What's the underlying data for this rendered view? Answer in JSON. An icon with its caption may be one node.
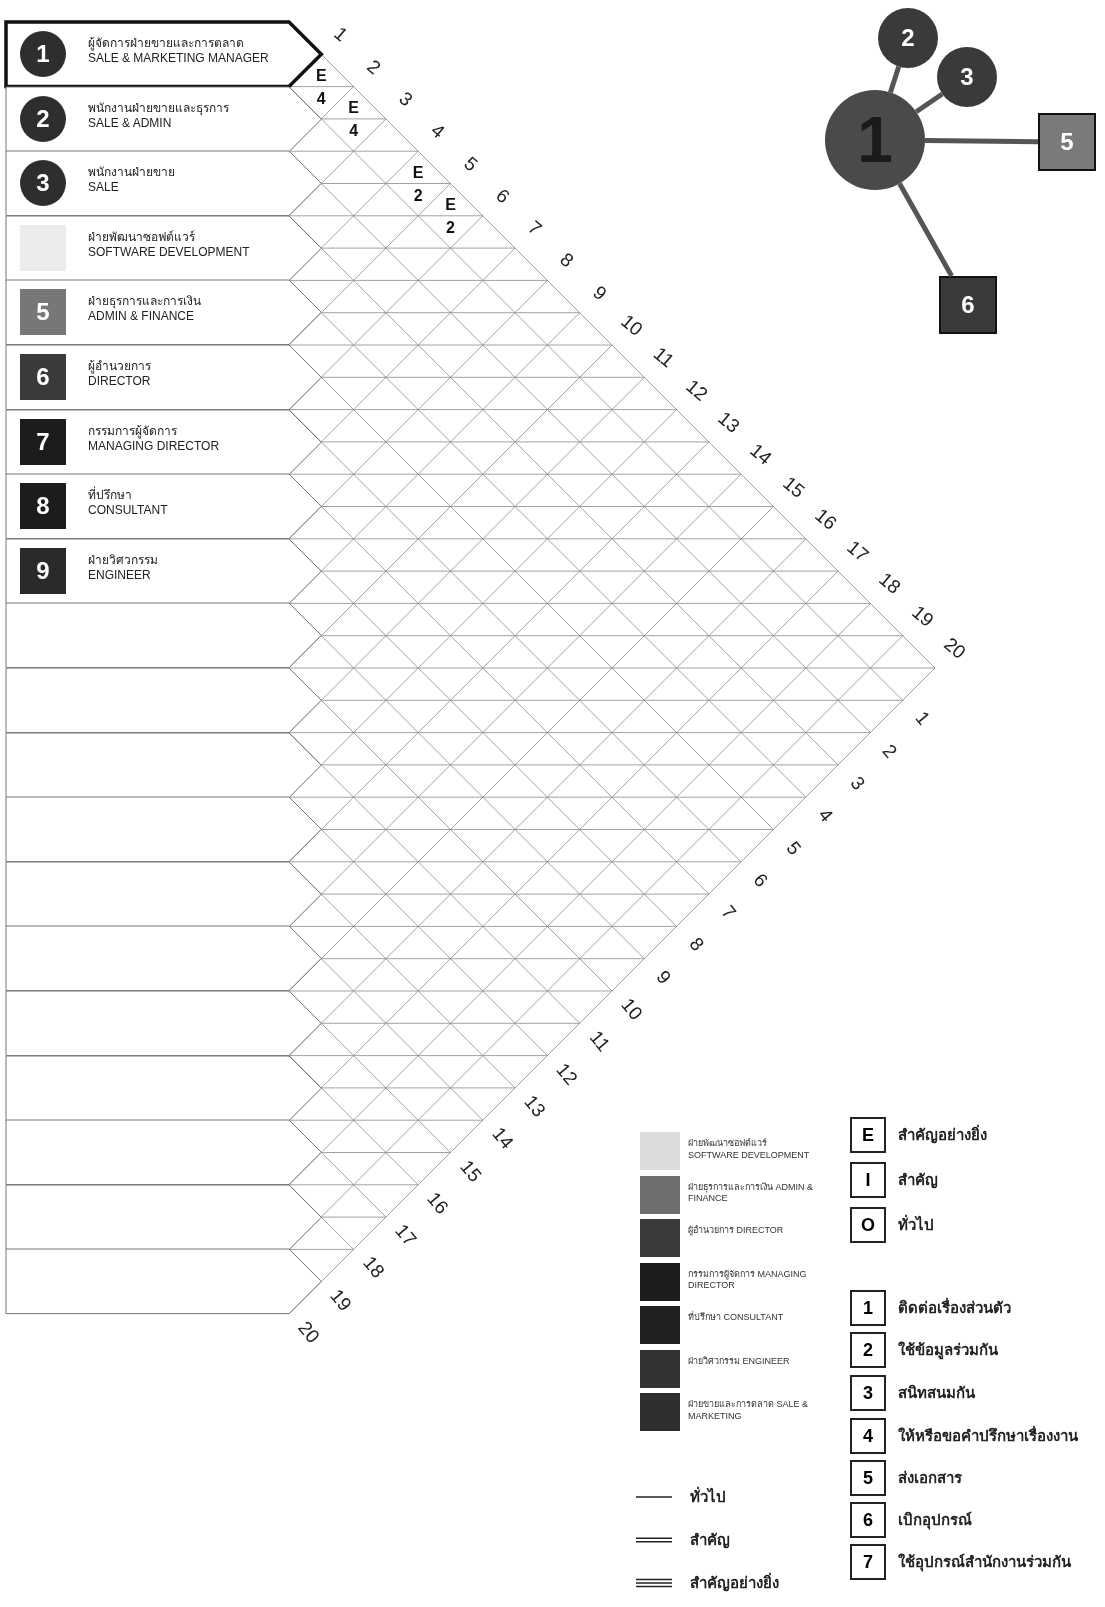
{
  "diagram": {
    "nodes": [
      {
        "text": [
          "1",
          "ผู้จัดการฝ่ายขายและการตลาด",
          "SALE & MARKETING MANAGER"
        ]
      },
      {
        "text": [
          "2",
          "พนักงานฝ่ายขายและธุรการ",
          "SALE & ADMIN"
        ]
      },
      {
        "text": [
          "3",
          "พนักงานฝ่ายขาย",
          "SALE"
        ]
      },
      {
        "text": [
          "ฝ่ายพัฒนาซอฟต์แวร์",
          "SOFTWARE DEVELOPMENT"
        ]
      },
      {
        "text": [
          "5",
          "ฝ่ายธุรการและการเงิน",
          "ADMIN & FINANCE"
        ]
      },
      {
        "text": [
          "6",
          "ผู้อำนวยการ",
          "DIRECTOR"
        ]
      },
      {
        "text": [
          "7",
          "กรรมการผู้จัดการ",
          "MANAGING DIRECTOR"
        ]
      },
      {
        "text": [
          "8",
          "ที่ปรึกษา",
          "CONSULTANT"
        ]
      },
      {
        "text": [
          "9",
          "ฝ่ายวิศวกรรม",
          "ENGINEER"
        ]
      },
      {
        "text": [],
        "shape": "box"
      },
      {
        "text": [],
        "shape": "box"
      },
      {
        "text": [],
        "shape": "box"
      },
      {
        "text": [],
        "shape": "box"
      },
      {
        "text": [],
        "shape": "box"
      },
      {
        "text": [],
        "shape": "box"
      },
      {
        "text": [],
        "shape": "box"
      },
      {
        "text": [],
        "shape": "box"
      },
      {
        "text": [],
        "shape": "box"
      },
      {
        "text": [],
        "shape": "box"
      },
      {
        "text": [],
        "shape": "box"
      },
      {
        "text": [
          "1"
        ]
      },
      {
        "text": [
          "2"
        ]
      },
      {
        "text": [
          "3"
        ]
      },
      {
        "text": [
          "5"
        ]
      },
      {
        "text": [
          "6"
        ]
      },
      {
        "text": [
          "E"
        ],
        "beside": [
          "สำคัญอย่างยิ่ง"
        ]
      },
      {
        "text": [
          "I"
        ],
        "beside": [
          "สำคัญ"
        ]
      },
      {
        "text": [
          "O"
        ],
        "beside": [
          "ทั่วไป"
        ]
      },
      {
        "text": [
          "1"
        ],
        "beside": [
          "ติดต่อเรื่องส่วนตัว"
        ]
      },
      {
        "text": [
          "2"
        ],
        "beside": [
          "ใช้ข้อมูลร่วมกัน"
        ]
      },
      {
        "text": [
          "3"
        ],
        "beside": [
          "สนิทสนมกัน"
        ]
      },
      {
        "text": [
          "4"
        ],
        "beside": [
          "ให้หรือขอคำปรึกษาเรื่องงาน"
        ]
      },
      {
        "text": [
          "5"
        ],
        "beside": [
          "ส่งเอกสาร"
        ]
      },
      {
        "text": [
          "6"
        ],
        "beside": [
          "เบิกอุปกรณ์"
        ]
      },
      {
        "text": [
          "7"
        ],
        "beside": [
          "ใช้อุปกรณ์สำนักงานร่วมกัน"
        ]
      }
    ],
    "edges": [
      {
        "from": 20,
        "to": 21,
        "arrow": "none"
      },
      {
        "from": 20,
        "to": 22,
        "arrow": "none"
      },
      {
        "from": 20,
        "to": 23,
        "arrow": "none"
      },
      {
        "from": 20,
        "to": 24,
        "arrow": "none"
      }
    ],
    "labels": [
      "1",
      "2",
      "3",
      "4",
      "5",
      "6",
      "7",
      "8",
      "9",
      "10",
      "11",
      "12",
      "13",
      "14",
      "15",
      "16",
      "17",
      "18",
      "19",
      "20",
      "1",
      "2",
      "3",
      "4",
      "5",
      "6",
      "7",
      "8",
      "9",
      "10",
      "11",
      "12",
      "13",
      "14",
      "15",
      "16",
      "17",
      "18",
      "19",
      "20",
      "E",
      "4",
      "E",
      "4",
      "E",
      "2",
      "E",
      "2"
    ],
    "legend": [
      {
        "text": "ฝ่ายพัฒนาซอฟต์แวร์ SOFTWARE DEVELOPMENT",
        "color": "#dcdcdc"
      },
      {
        "text": "ฝ่ายธุรการและการเงิน ADMIN & FINANCE",
        "color": "#6e6e6e"
      },
      {
        "text": "ผู้อำนวยการ DIRECTOR",
        "color": "#3a3a3a"
      },
      {
        "text": "กรรมการผู้จัดการ MANAGING DIRECTOR",
        "color": "#1c1c1c"
      },
      {
        "text": "ที่ปรึกษา CONSULTANT",
        "color": "#202020"
      },
      {
        "text": "ฝ่ายวิศวกรรม ENGINEER",
        "color": "#333333"
      },
      {
        "text": "ฝ่ายขายและการตลาด SALE & MARKETING",
        "color": "#2e2e2e"
      },
      {
        "text": "ทั่วไป"
      },
      {
        "text": "สำคัญ"
      },
      {
        "text": "สำคัญอย่างยิ่ง"
      }
    ]
  }
}
